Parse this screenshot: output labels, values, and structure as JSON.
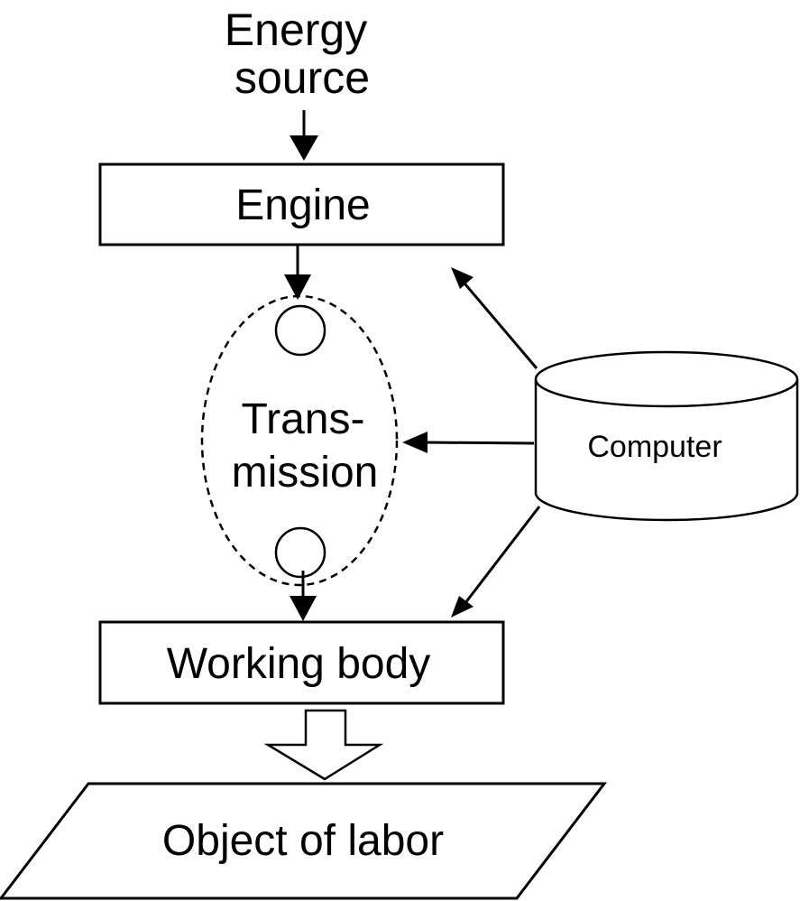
{
  "diagram": {
    "energy_source": [
      "Energy",
      "source"
    ],
    "engine": "Engine",
    "transmission": [
      "Trans-",
      "mission"
    ],
    "computer": "Computer",
    "working_body": "Working body",
    "object_of_labor": "Object of labor"
  },
  "colors": {
    "stroke": "#000000",
    "background": "#ffffff"
  }
}
